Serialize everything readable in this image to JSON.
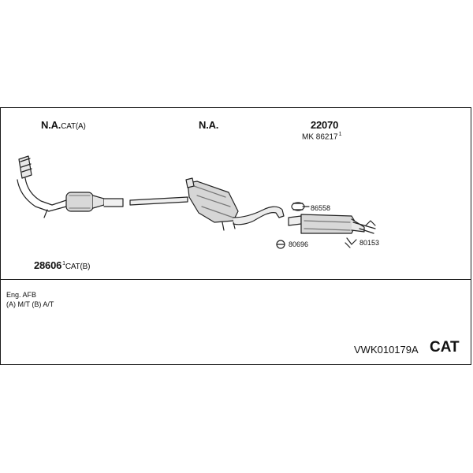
{
  "labels": {
    "part1": {
      "main": "N.A.",
      "suffix": "CAT(A)"
    },
    "part2": {
      "main": "N.A."
    },
    "part3": {
      "main": "22070",
      "sub": "MK  86217",
      "sup": "1"
    },
    "part4": {
      "main": "28606",
      "sup": "1",
      "suffix": "CAT(B)"
    },
    "clamp": "86558",
    "ring": "80696",
    "hanger": "80153"
  },
  "notes": {
    "engine": "Eng. AFB",
    "transmission": "(A) M/T (B) A/T"
  },
  "footer": {
    "code": "VWK010179A",
    "type": "CAT"
  }
}
